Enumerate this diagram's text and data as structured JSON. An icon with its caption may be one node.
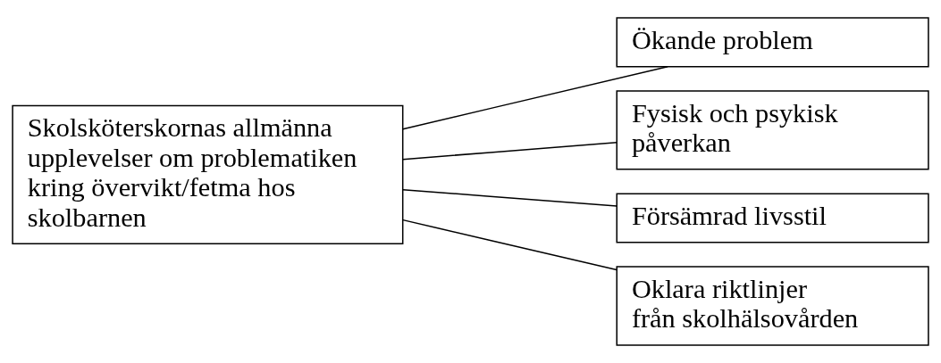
{
  "diagram": {
    "nodes": [
      {
        "text": [
          "Skolsköterskornas allmänna upplevelser om problematiken kring övervikt/fetma hos skolbarnen"
        ]
      },
      {
        "text": [
          "Ökande problem"
        ]
      },
      {
        "text": [
          "Fysisk och psykisk påverkan"
        ]
      },
      {
        "text": [
          "Försämrad livsstil"
        ]
      },
      {
        "text": [
          "Oklara riktlinjer från skolhälsovården"
        ]
      }
    ],
    "edges": [
      {
        "from": 0,
        "to": 1,
        "arrow": "none"
      },
      {
        "from": 0,
        "to": 2,
        "arrow": "none"
      },
      {
        "from": 0,
        "to": 3,
        "arrow": "none"
      },
      {
        "from": 0,
        "to": 4,
        "arrow": "none"
      }
    ]
  }
}
